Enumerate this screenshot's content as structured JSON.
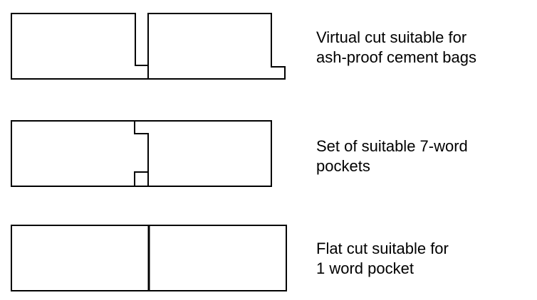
{
  "cuts": [
    {
      "id": "virtual-cut",
      "caption_lines": [
        "Virtual cut suitable for",
        "ash-proof cement bags"
      ]
    },
    {
      "id": "set-cut",
      "caption_lines": [
        "Set of suitable 7-word",
        "pockets"
      ]
    },
    {
      "id": "flat-cut",
      "caption_lines": [
        "Flat cut suitable for",
        "1 word pocket"
      ]
    }
  ],
  "colors": {
    "stroke": "#000000",
    "background": "#ffffff"
  }
}
